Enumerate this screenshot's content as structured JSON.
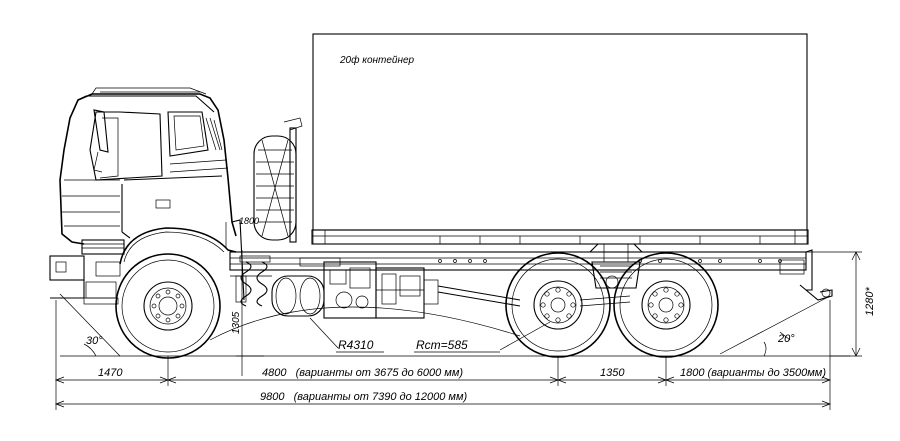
{
  "labels": {
    "container": "20ф контейнер",
    "radius_front": "R4310",
    "radius_rear": "Rcm=585",
    "angle_front": "30°",
    "angle_rear": "20°",
    "dim_1305": "1305",
    "dim_1280": "1280*",
    "dim_1800_small": "1800"
  },
  "dimensions": {
    "front_overhang": "1470",
    "wheelbase": "4800   (варианты от 3675 до 6000 мм)",
    "axle_spacing": "1350",
    "rear_overhang": "1800 (варианты до 3500мм)",
    "overall_length": "9800   (варианты от 7390 до 12000 мм)"
  },
  "colors": {
    "line": "#000000",
    "background": "#ffffff"
  }
}
